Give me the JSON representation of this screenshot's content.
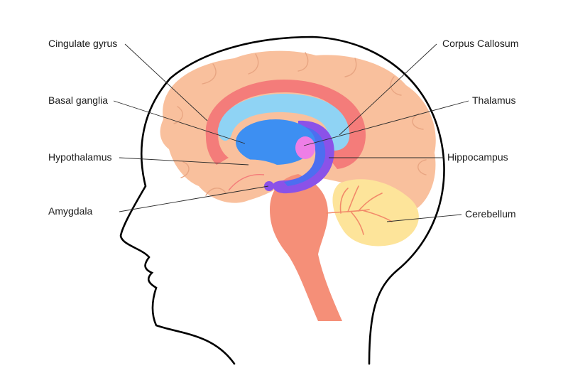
{
  "labels": {
    "cingulate_gyrus": "Cingulate gyrus",
    "basal_ganglia": "Basal ganglia",
    "hypothalamus": "Hypothalamus",
    "amygdala": "Amygdala",
    "corpus_callosum": "Corpus Callosum",
    "thalamus": "Thalamus",
    "hippocampus": "Hippocampus",
    "cerebellum": "Cerebellum"
  },
  "colors": {
    "cerebrum": "#f9c09d",
    "cerebrum_fold": "#e8a582",
    "cingulate": "#f47c7a",
    "corpus_callosum": "#8fd3f4",
    "basal_ganglia": "#3d8ff2",
    "thalamus": "#ee7ee6",
    "hippocampus_band": "#4d6ef0",
    "hippocampus_outer": "#8b52e8",
    "amygdala": "#8b52e8",
    "hypothalamus": "#f9c09d",
    "brainstem": "#f58f78",
    "cerebellum": "#fde49a",
    "cerebellum_vein": "#f28a6a",
    "head_outline": "#000000"
  }
}
